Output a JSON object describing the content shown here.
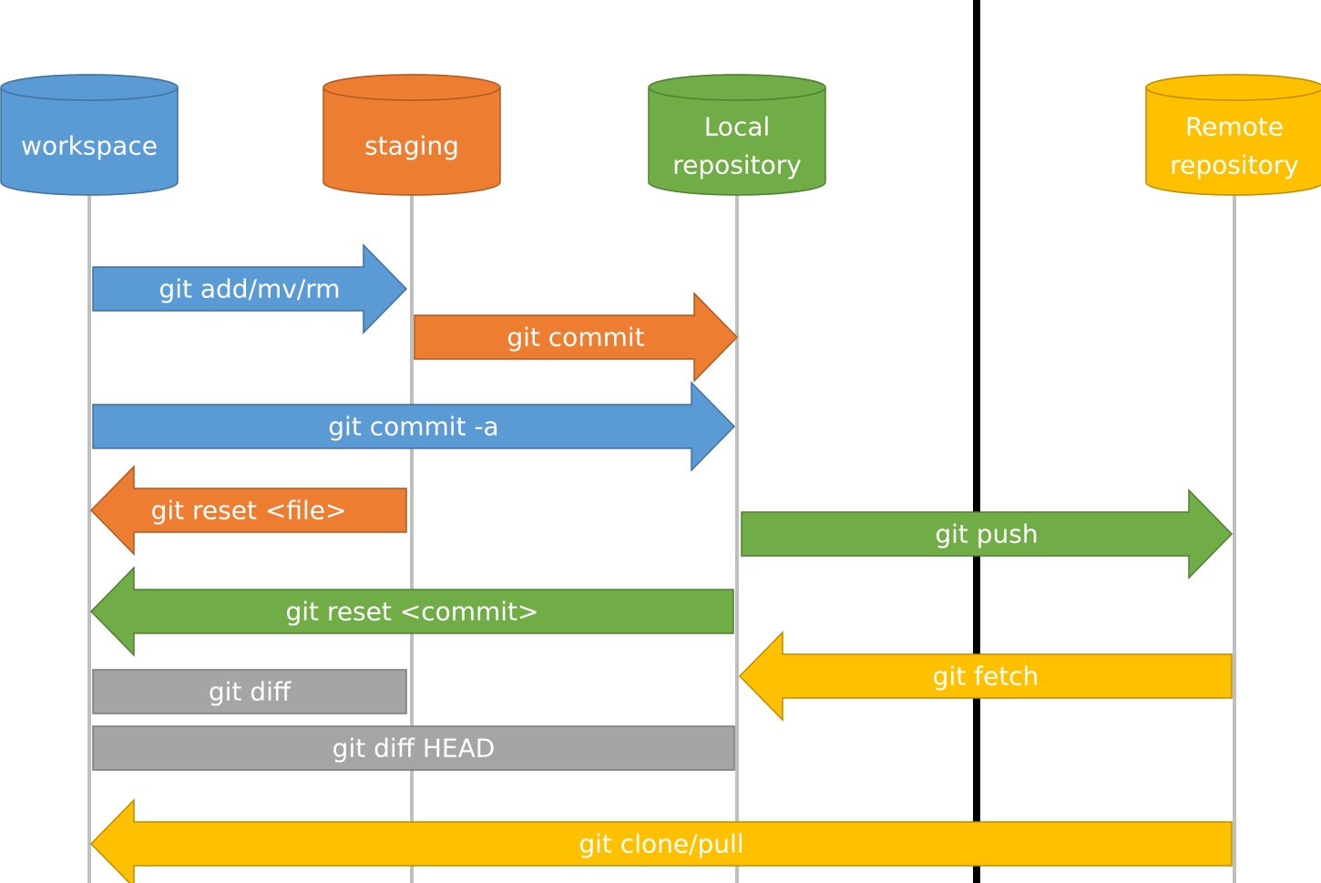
{
  "colors": {
    "blue": "#5B9BD5",
    "blue_stroke": "#41719C",
    "orange": "#ED7D31",
    "orange_stroke": "#AE5A21",
    "green": "#70AD47",
    "green_stroke": "#507E32",
    "yellow": "#FFC000",
    "yellow_stroke": "#BC8C00",
    "gray": "#A5A5A5",
    "gray_stroke": "#787878",
    "lifeline": "#BFBFBF",
    "divider": "#000000"
  },
  "stores": [
    {
      "id": "workspace",
      "label_lines": [
        "workspace"
      ],
      "color": "blue"
    },
    {
      "id": "staging",
      "label_lines": [
        "staging"
      ],
      "color": "orange"
    },
    {
      "id": "local",
      "label_lines": [
        "Local",
        "repository"
      ],
      "color": "green"
    },
    {
      "id": "remote",
      "label_lines": [
        "Remote",
        "repository"
      ],
      "color": "yellow"
    }
  ],
  "commands": [
    {
      "label": "git add/mv/rm",
      "from": "workspace",
      "to": "staging",
      "shape": "arrow",
      "color": "blue"
    },
    {
      "label": "git commit",
      "from": "staging",
      "to": "local",
      "shape": "arrow",
      "color": "orange"
    },
    {
      "label": "git commit -a",
      "from": "workspace",
      "to": "local",
      "shape": "arrow",
      "color": "blue"
    },
    {
      "label": "git reset <file>",
      "from": "staging",
      "to": "workspace",
      "shape": "arrow",
      "color": "orange"
    },
    {
      "label": "git push",
      "from": "local",
      "to": "remote",
      "shape": "arrow",
      "color": "green"
    },
    {
      "label": "git reset <commit>",
      "from": "local",
      "to": "workspace",
      "shape": "arrow",
      "color": "green"
    },
    {
      "label": "git fetch",
      "from": "remote",
      "to": "local",
      "shape": "arrow",
      "color": "yellow"
    },
    {
      "label": "git diff",
      "from": "workspace",
      "to": "staging",
      "shape": "bar",
      "color": "gray"
    },
    {
      "label": "git diff HEAD",
      "from": "workspace",
      "to": "local",
      "shape": "bar",
      "color": "gray"
    },
    {
      "label": "git clone/pull",
      "from": "remote",
      "to": "workspace",
      "shape": "arrow",
      "color": "yellow"
    }
  ]
}
